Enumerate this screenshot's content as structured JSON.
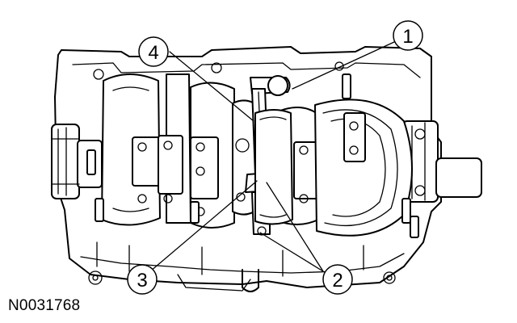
{
  "figure": {
    "id_label": "N0031768"
  },
  "callouts": [
    {
      "number": "1"
    },
    {
      "number": "2"
    },
    {
      "number": "3"
    },
    {
      "number": "4"
    }
  ],
  "colors": {
    "line": "#000000",
    "background": "#ffffff"
  }
}
